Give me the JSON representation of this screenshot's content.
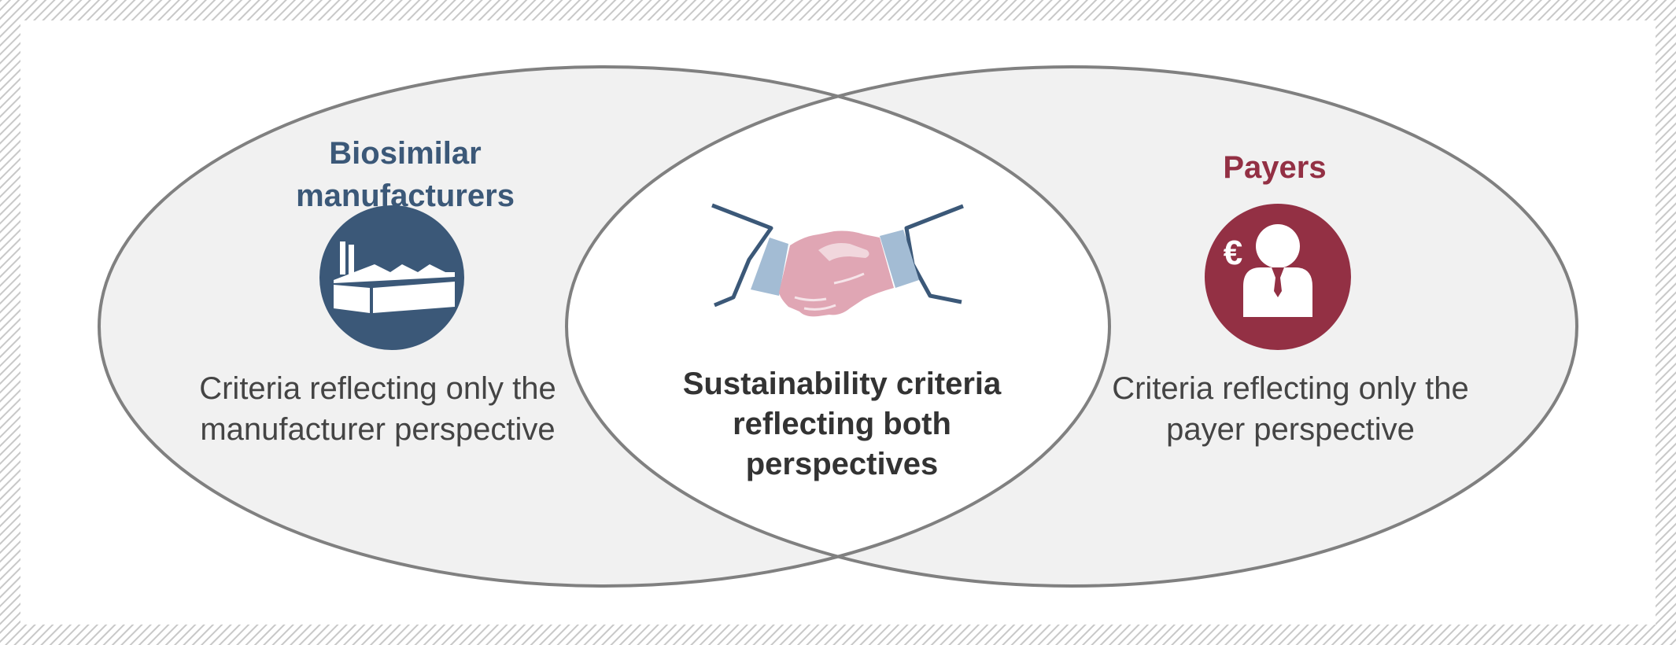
{
  "diagram": {
    "left_set": {
      "title_lines": [
        "Biosimilar",
        "manufacturers"
      ],
      "description_lines": [
        "Criteria reflecting only the",
        "manufacturer perspective"
      ],
      "icon": "factory-icon",
      "color": "#3b5878"
    },
    "right_set": {
      "title_lines": [
        "Payers"
      ],
      "description_lines": [
        "Criteria reflecting only the",
        "payer perspective"
      ],
      "icon": "euro-payer-person-icon",
      "color": "#933044"
    },
    "intersection": {
      "text_lines": [
        "Sustainability criteria",
        "reflecting both",
        "perspectives"
      ],
      "icon": "handshake-icon",
      "text_color": "#333333"
    },
    "colors": {
      "ellipse_fill": "#f1f1f1",
      "overlap_fill": "#ffffff",
      "ellipse_stroke": "#808080",
      "hatch_border": "#cfcfcf",
      "handshake_pink": "#e0a6b4",
      "cuff_blue": "#a3bcd4",
      "sleeve_navy": "#3b5878"
    }
  }
}
